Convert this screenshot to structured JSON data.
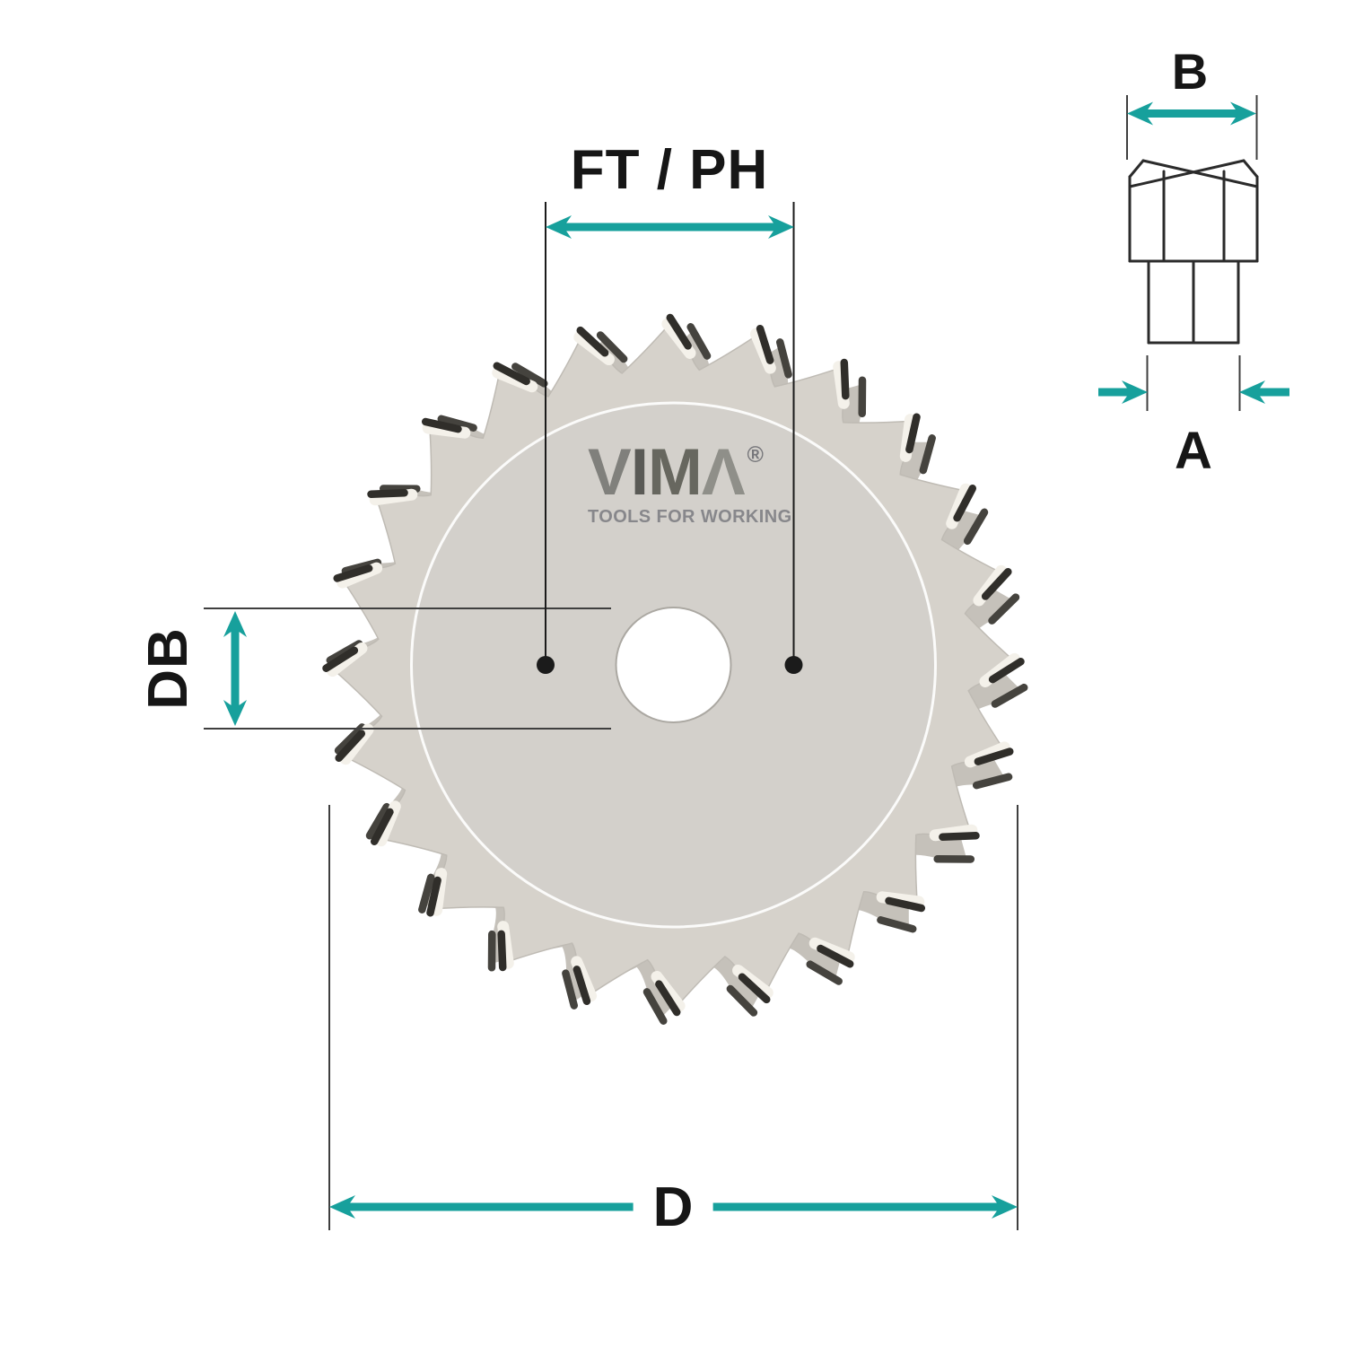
{
  "dimensions": {
    "top": {
      "label": "FT / PH"
    },
    "left": {
      "label": "DB"
    },
    "bottom": {
      "label": "D"
    },
    "tooth_profile_top": {
      "label": "B"
    },
    "tooth_profile_bottom": {
      "label": "A"
    }
  },
  "logo": {
    "word": "VIMA",
    "letters": [
      {
        "char": "V"
      },
      {
        "char": "I"
      },
      {
        "char": "M"
      },
      {
        "char": "Λ"
      }
    ],
    "registered": "®",
    "tagline": "TOOLS FOR WORKING"
  },
  "blade": {
    "teeth_count": 24
  },
  "colors": {
    "accent": "#17A09C",
    "leader": "#1B1B1B",
    "guide": "#3F3F3F",
    "profile_stroke": "#2B2B2B",
    "label": "#161616",
    "blade_ring": "#D6D2CB",
    "blade_disc": "#D3D0CB",
    "blade_rear": "#C5C1BA",
    "blade_edge": "#BFBBB4",
    "tip_dark": "#302E2A",
    "tip_light": "#F4F1EA",
    "hole_edge": "#ABA8A2",
    "logo_dark_gray": "#5A5A56",
    "logo_light_gray": "#8F8F89",
    "logo_tagline_gray": "#87878B"
  }
}
